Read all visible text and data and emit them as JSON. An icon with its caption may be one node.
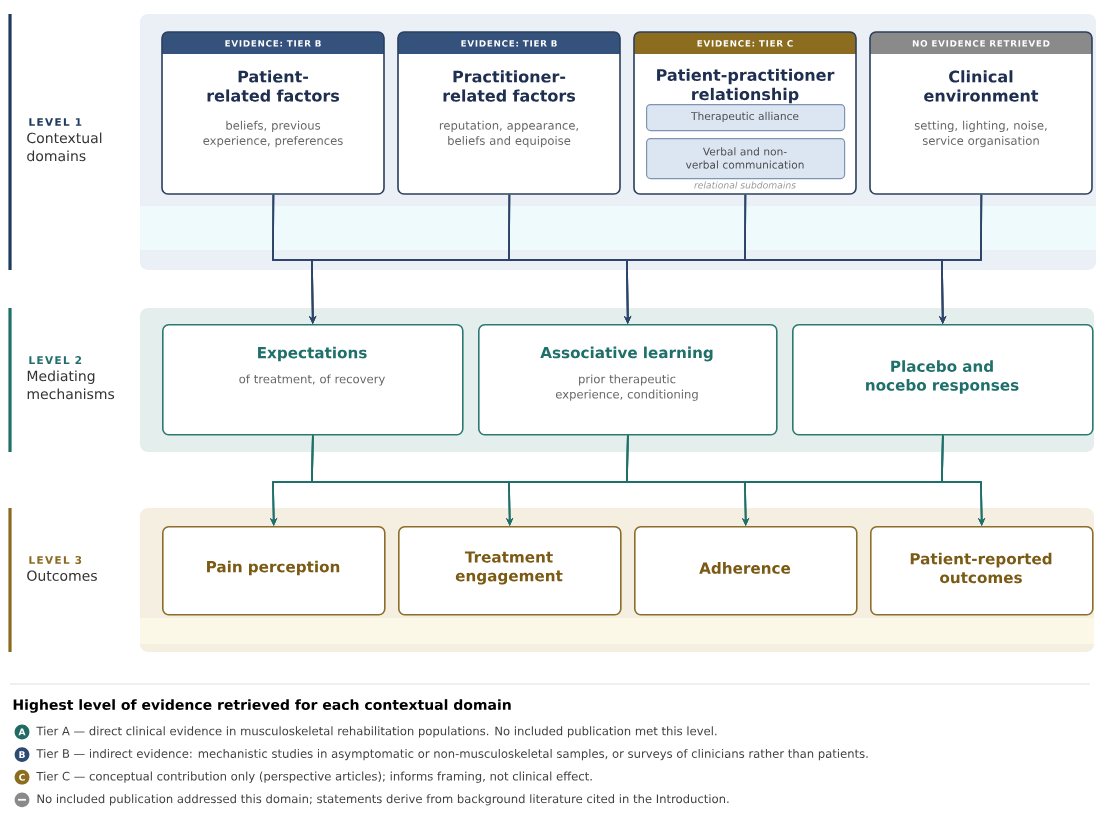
{
  "diagram": {
    "nodes": [
      {
        "text": [
          "LEVEL 1",
          "Contextual domains"
        ]
      },
      {
        "text": [
          "EVIDENCE: TIER B",
          "Patient-related factors",
          "beliefs, previous experience, preferences"
        ],
        "in": 0
      },
      {
        "text": [
          "EVIDENCE: TIER B",
          "Practitioner-related factors",
          "reputation, appearance, beliefs and equipoise"
        ],
        "in": 0
      },
      {
        "text": [
          "EVIDENCE: TIER C",
          "Patient-practitioner relationship",
          "relational subdomains"
        ],
        "in": 0
      },
      {
        "text": [
          "Therapeutic alliance"
        ],
        "in": 3
      },
      {
        "text": [
          "Verbal and non-verbal communication"
        ],
        "in": 3
      },
      {
        "text": [
          "NO EVIDENCE RETRIEVED",
          "Clinical environment",
          "setting, lighting, noise, service organisation"
        ],
        "in": 0
      },
      {
        "text": [
          "LEVEL 2",
          "Mediating mechanisms"
        ]
      },
      {
        "text": [
          "Expectations",
          "of treatment, of recovery"
        ],
        "in": 7
      },
      {
        "text": [
          "Associative learning",
          "prior therapeutic experience, conditioning"
        ],
        "in": 7
      },
      {
        "text": [
          "Placebo and nocebo responses"
        ],
        "in": 7
      },
      {
        "text": [
          "LEVEL 3",
          "Outcomes"
        ]
      },
      {
        "text": [
          "Pain perception"
        ],
        "in": 11
      },
      {
        "text": [
          "Treatment engagement"
        ],
        "in": 11
      },
      {
        "text": [
          "Adherence"
        ],
        "in": 11
      },
      {
        "text": [
          "Patient-reported outcomes"
        ],
        "in": 11
      }
    ],
    "edges": [
      {
        "from": 1,
        "to": 8,
        "arrow": "to",
        "color": "#2c4468"
      },
      {
        "from": 1,
        "to": 9,
        "arrow": "to",
        "color": "#2c4468"
      },
      {
        "from": 1,
        "to": 10,
        "arrow": "to",
        "color": "#2c4468"
      },
      {
        "from": 2,
        "to": 8,
        "arrow": "to",
        "color": "#2c4468"
      },
      {
        "from": 2,
        "to": 9,
        "arrow": "to",
        "color": "#2c4468"
      },
      {
        "from": 2,
        "to": 10,
        "arrow": "to",
        "color": "#2c4468"
      },
      {
        "from": 3,
        "to": 8,
        "arrow": "to",
        "color": "#2c4468"
      },
      {
        "from": 3,
        "to": 9,
        "arrow": "to",
        "color": "#2c4468"
      },
      {
        "from": 3,
        "to": 10,
        "arrow": "to",
        "color": "#2c4468"
      },
      {
        "from": 6,
        "to": 8,
        "arrow": "to",
        "color": "#2c4468"
      },
      {
        "from": 6,
        "to": 9,
        "arrow": "to",
        "color": "#2c4468"
      },
      {
        "from": 6,
        "to": 10,
        "arrow": "to",
        "color": "#2c4468"
      },
      {
        "from": 8,
        "to": 12,
        "arrow": "to",
        "color": "#1f6f6a"
      },
      {
        "from": 8,
        "to": 13,
        "arrow": "to",
        "color": "#1f6f6a"
      },
      {
        "from": 8,
        "to": 14,
        "arrow": "to",
        "color": "#1f6f6a"
      },
      {
        "from": 8,
        "to": 15,
        "arrow": "to",
        "color": "#1f6f6a"
      },
      {
        "from": 9,
        "to": 12,
        "arrow": "to",
        "color": "#1f6f6a"
      },
      {
        "from": 9,
        "to": 13,
        "arrow": "to",
        "color": "#1f6f6a"
      },
      {
        "from": 9,
        "to": 14,
        "arrow": "to",
        "color": "#1f6f6a"
      },
      {
        "from": 9,
        "to": 15,
        "arrow": "to",
        "color": "#1f6f6a"
      },
      {
        "from": 10,
        "to": 12,
        "arrow": "to",
        "color": "#1f6f6a"
      },
      {
        "from": 10,
        "to": 13,
        "arrow": "to",
        "color": "#1f6f6a"
      },
      {
        "from": 10,
        "to": 14,
        "arrow": "to",
        "color": "#1f6f6a"
      },
      {
        "from": 10,
        "to": 15,
        "arrow": "to",
        "color": "#1f6f6a"
      }
    ],
    "labels": [
      "Highest level of evidence retrieved for each contextual domain",
      "A",
      "B",
      "C"
    ],
    "legend": [
      {
        "text": "Tier A — direct clinical evidence in musculoskeletal rehabilitation populations. No included publication met this level.",
        "color": "#1f6b63"
      },
      {
        "text": "Tier B — indirect evidence: mechanistic studies in asymptomatic or non-musculoskeletal samples, or surveys of clinicians rather than patients.",
        "color": "#2c4a72"
      },
      {
        "text": "Tier C — conceptual contribution only (perspective articles); informs framing, not clinical effect.",
        "color": "#8c6d1f"
      },
      {
        "text": "No included publication addressed this domain; statements derive from background literature cited in the Introduction.",
        "color": "#8a8a8a"
      }
    ]
  }
}
